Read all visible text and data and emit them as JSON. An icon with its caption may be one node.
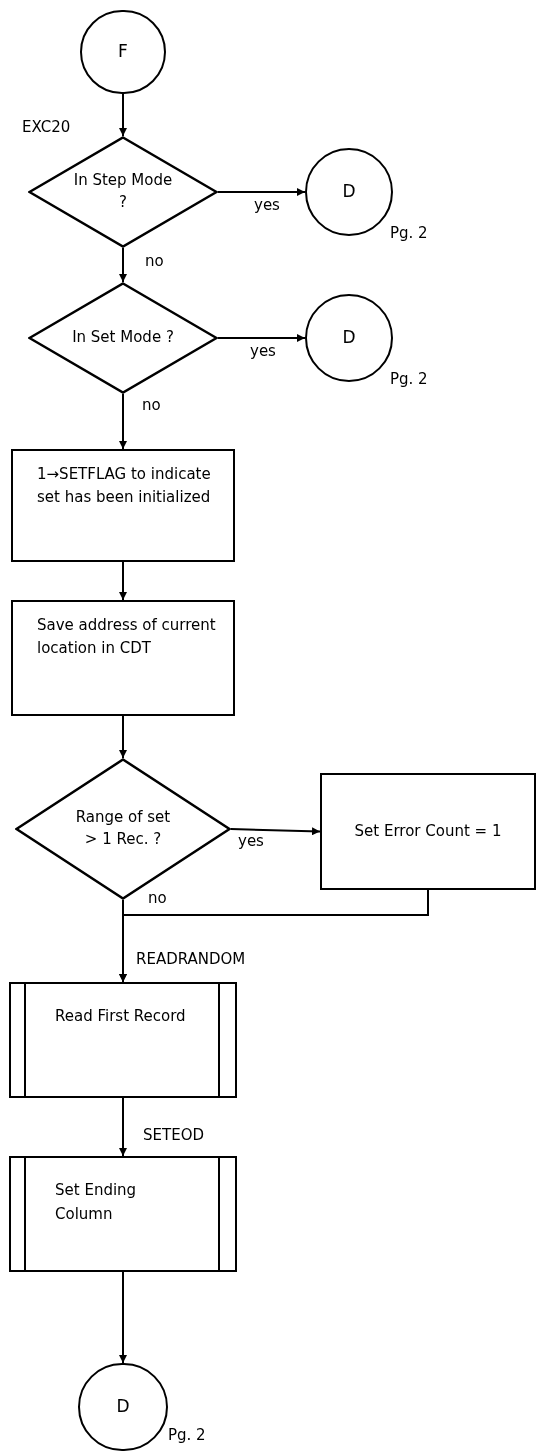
{
  "diagram": {
    "nodes": [
      {
        "text": [
          "F"
        ]
      },
      {
        "text": [
          "In Step Mode ?"
        ],
        "beside": [
          "EXC20"
        ]
      },
      {
        "text": [
          "D"
        ],
        "beside": [
          "Pg. 2"
        ]
      },
      {
        "text": [
          "In Set Mode ?"
        ]
      },
      {
        "text": [
          "D"
        ],
        "beside": [
          "Pg. 2"
        ]
      },
      {
        "text": [
          "1→SETFLAG to indicate set has been initialized"
        ]
      },
      {
        "text": [
          "Save address of current location in CDT"
        ]
      },
      {
        "text": [
          "Range of set > 1 Rec. ?"
        ]
      },
      {
        "text": [
          "Set Error Count = 1"
        ]
      },
      {
        "text": [
          "Read First Record"
        ],
        "beside": [
          "READRANDOM"
        ]
      },
      {
        "text": [
          "Set Ending Column"
        ],
        "beside": [
          "SETEOD"
        ]
      },
      {
        "text": [
          "D"
        ],
        "beside": [
          "Pg. 2"
        ]
      }
    ],
    "edges": [
      {
        "from": 0,
        "to": 1,
        "arrow": "to"
      },
      {
        "from": 1,
        "to": 2,
        "arrow": "to",
        "label": "yes"
      },
      {
        "from": 1,
        "to": 3,
        "arrow": "to",
        "label": "no"
      },
      {
        "from": 3,
        "to": 4,
        "arrow": "to",
        "label": "yes"
      },
      {
        "from": 3,
        "to": 5,
        "arrow": "to",
        "label": "no"
      },
      {
        "from": 5,
        "to": 6,
        "arrow": "to"
      },
      {
        "from": 6,
        "to": 7,
        "arrow": "to"
      },
      {
        "from": 7,
        "to": 8,
        "arrow": "to",
        "label": "yes"
      },
      {
        "from": 7,
        "to": 9,
        "arrow": "to",
        "label": "no"
      },
      {
        "from": 8,
        "to": 9,
        "arrow": "to"
      },
      {
        "from": 9,
        "to": 10,
        "arrow": "to"
      },
      {
        "from": 10,
        "to": 11,
        "arrow": "to"
      }
    ]
  }
}
